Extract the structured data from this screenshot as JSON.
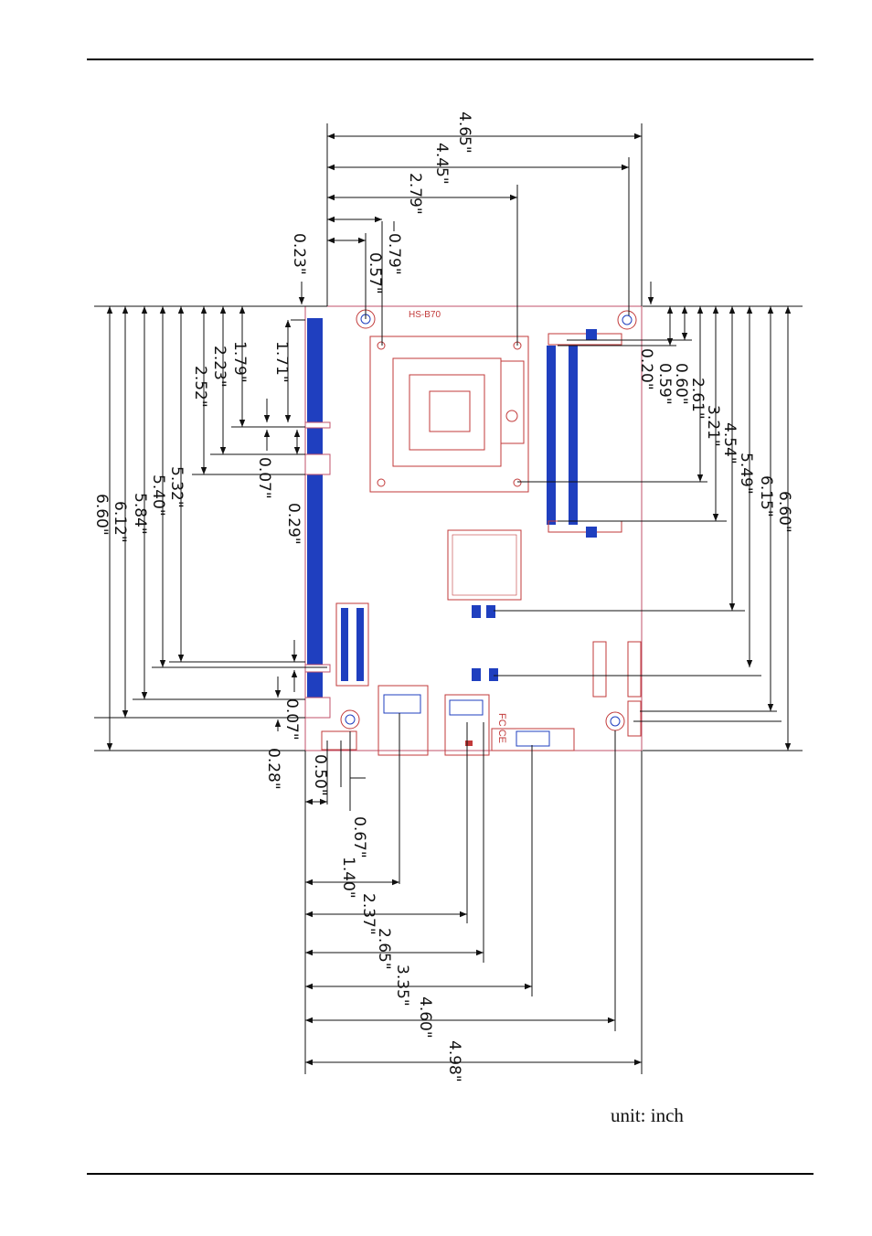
{
  "board": {
    "model_label": "HS-B70",
    "cert_marks": "FC CE"
  },
  "unit_label": "unit: inch",
  "dimensions": {
    "top": [
      {
        "id": "top-465",
        "label": "4.65\""
      },
      {
        "id": "top-445",
        "label": "4.45\""
      },
      {
        "id": "top-279",
        "label": "2.79\""
      },
      {
        "id": "top-079",
        "label": "0.79\""
      },
      {
        "id": "top-057",
        "label": "0.57\""
      }
    ],
    "left": [
      {
        "id": "left-023",
        "label": "0.23\""
      },
      {
        "id": "left-171",
        "label": "1.71\""
      },
      {
        "id": "left-179",
        "label": "1.79\""
      },
      {
        "id": "left-223",
        "label": "2.23\""
      },
      {
        "id": "left-252",
        "label": "2.52\""
      },
      {
        "id": "left-007a",
        "label": "0.07\""
      },
      {
        "id": "left-029",
        "label": "0.29\""
      },
      {
        "id": "left-532",
        "label": "5.32\""
      },
      {
        "id": "left-540",
        "label": "5.40\""
      },
      {
        "id": "left-584",
        "label": "5.84\""
      },
      {
        "id": "left-612",
        "label": "6.12\""
      },
      {
        "id": "left-660",
        "label": "6.60\""
      },
      {
        "id": "left-007b",
        "label": "0.07\""
      },
      {
        "id": "left-028",
        "label": "0.28\""
      }
    ],
    "right": [
      {
        "id": "right-020",
        "label": "0.20\""
      },
      {
        "id": "right-059",
        "label": "0.59\""
      },
      {
        "id": "right-060",
        "label": "0.60\""
      },
      {
        "id": "right-261",
        "label": "2.61\""
      },
      {
        "id": "right-321",
        "label": "3.21\""
      },
      {
        "id": "right-454",
        "label": "4.54\""
      },
      {
        "id": "right-549",
        "label": "5.49\""
      },
      {
        "id": "right-615",
        "label": "6.15\""
      },
      {
        "id": "right-660",
        "label": "6.60\""
      }
    ],
    "bottom": [
      {
        "id": "bot-050",
        "label": "0.50\""
      },
      {
        "id": "bot-067",
        "label": "0.67\""
      },
      {
        "id": "bot-140",
        "label": "1.40\""
      },
      {
        "id": "bot-237",
        "label": "2.37\""
      },
      {
        "id": "bot-265",
        "label": "2.65\""
      },
      {
        "id": "bot-335",
        "label": "3.35\""
      },
      {
        "id": "bot-460",
        "label": "4.60\""
      },
      {
        "id": "bot-498",
        "label": "4.98\""
      }
    ]
  },
  "colors": {
    "outline": "#c0506a",
    "component": "#c23a3a",
    "connector": "#1f3fbf",
    "dimension": "#111111"
  }
}
